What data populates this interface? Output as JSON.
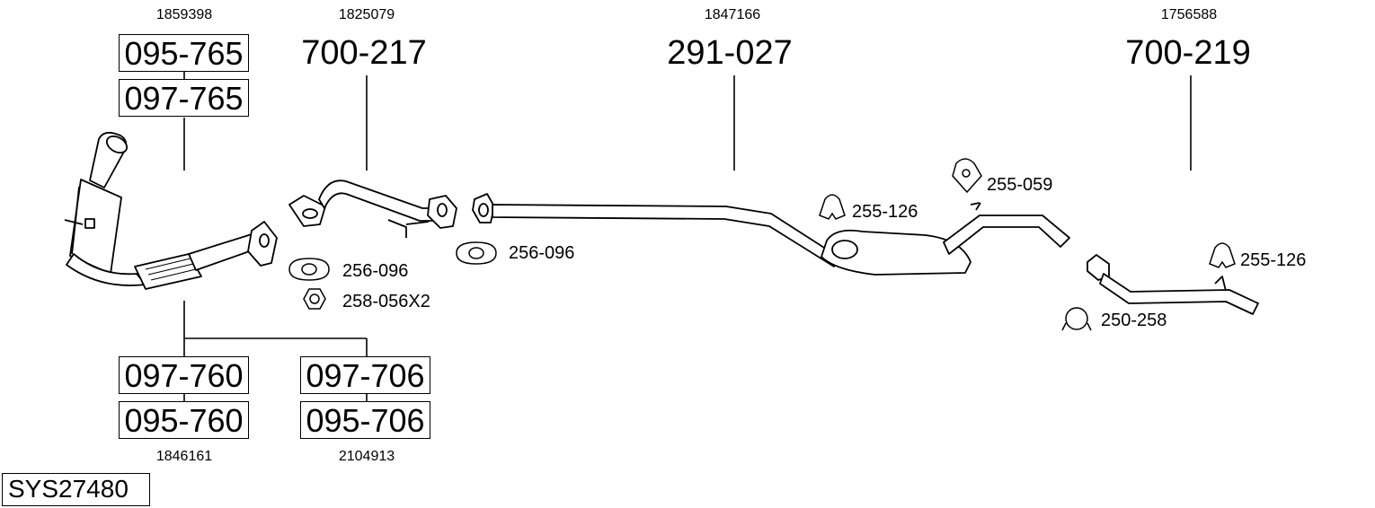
{
  "system_code": "SYS27480",
  "groups": {
    "cat_top": {
      "oem": "1859398",
      "part_a": "095-765",
      "part_b": "097-765"
    },
    "front_pipe": {
      "oem": "1825079",
      "part": "700-217"
    },
    "mid_section": {
      "oem": "1847166",
      "part": "291-027"
    },
    "rear_section": {
      "oem": "1756588",
      "part": "700-219"
    },
    "cat_bottom_left": {
      "oem": "1846161",
      "part_a": "097-760",
      "part_b": "095-760"
    },
    "cat_bottom_right": {
      "oem": "2104913",
      "part_a": "097-706",
      "part_b": "095-706"
    }
  },
  "accessories": {
    "gasket_1": "256-096",
    "nut": "258-056X2",
    "gasket_2": "256-096",
    "rubber_mount_1": "255-126",
    "rubber_mount_2": "255-059",
    "rubber_mount_3": "255-126",
    "clamp": "250-258"
  }
}
